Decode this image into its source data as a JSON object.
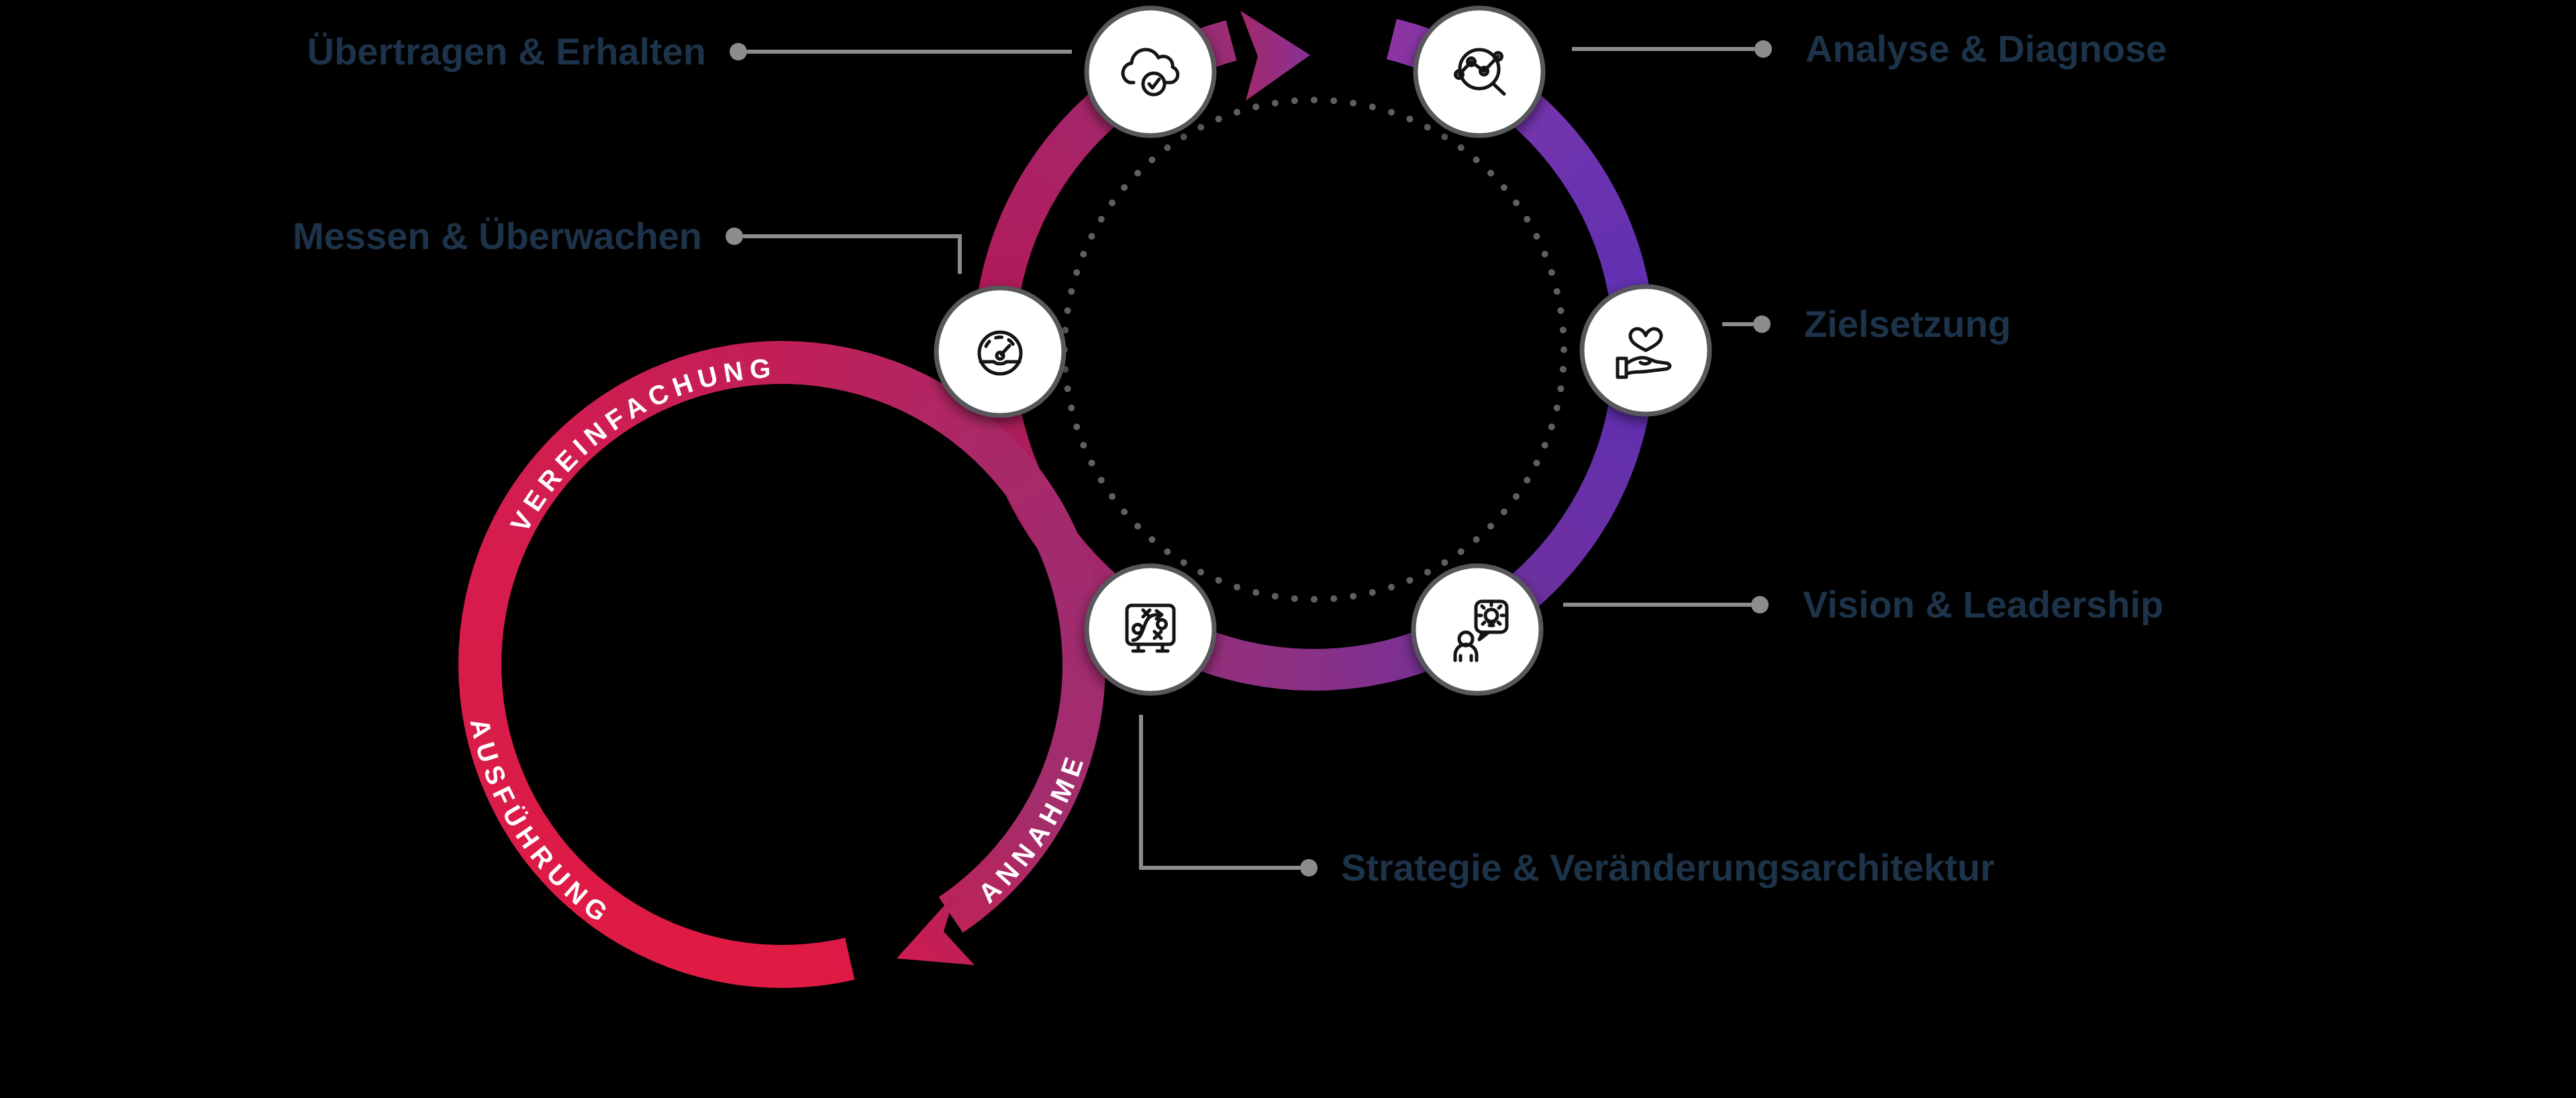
{
  "title": "Change-Management-Kreislauf Diagramm",
  "labels": {
    "uebertragen": "Übertragen & Erhalten",
    "messen": "Messen & Überwachen",
    "analyse": "Analyse & Diagnose",
    "zielsetzung": "Zielsetzung",
    "vision": "Vision & Leadership",
    "strategie": "Strategie & Veränderungsarchitektur"
  },
  "ring_words": {
    "vereinfachung": "VEREINFACHUNG",
    "ausfuehrung": "AUSFÜHRUNG",
    "annahme": "ANNAHME"
  },
  "icons": [
    {
      "name": "cloud-check-icon",
      "meaning": "Übertragen & Erhalten"
    },
    {
      "name": "magnifier-chart-icon",
      "meaning": "Analyse & Diagnose"
    },
    {
      "name": "heart-hand-icon",
      "meaning": "Zielsetzung"
    },
    {
      "name": "person-idea-icon",
      "meaning": "Vision & Leadership"
    },
    {
      "name": "strategy-board-icon",
      "meaning": "Strategie & Veränderungsarchitektur"
    },
    {
      "name": "gauge-icon",
      "meaning": "Messen & Überwachen"
    }
  ],
  "colors": {
    "background": "#000000",
    "label_text": "#1d3349",
    "leader": "#8c8c8c",
    "curved_text": "#ffffff",
    "icon_border": "#58595b",
    "icon_stroke": "#141414",
    "dotted": "#5f5f5f"
  },
  "ring_right_stops": [
    {
      "a": 284,
      "c": "#8d34a2"
    },
    {
      "a": 300,
      "c": "#7b36a9"
    },
    {
      "a": 330,
      "c": "#6932af"
    },
    {
      "a": 360,
      "c": "#5e2fb3"
    },
    {
      "a": 390,
      "c": "#6830a6"
    },
    {
      "a": 420,
      "c": "#6f319b"
    },
    {
      "a": 450,
      "c": "#8a3086"
    },
    {
      "a": 480,
      "c": "#9a2f72"
    },
    {
      "a": 510,
      "c": "#a92161"
    },
    {
      "a": 540,
      "c": "#b21853"
    },
    {
      "a": 570,
      "c": "#ab2063"
    },
    {
      "a": 600,
      "c": "#a02a6c"
    },
    {
      "a": 615,
      "c": "#992e76"
    }
  ],
  "ring_left_stops": [
    {
      "a": 77,
      "c": "#dc1a45"
    },
    {
      "a": 90,
      "c": "#e01b43"
    },
    {
      "a": 135,
      "c": "#dd1b46"
    },
    {
      "a": 180,
      "c": "#d81c4a"
    },
    {
      "a": 225,
      "c": "#d11d50"
    },
    {
      "a": 270,
      "c": "#c11f58"
    },
    {
      "a": 315,
      "c": "#a92968"
    },
    {
      "a": 350,
      "c": "#a02b6f"
    },
    {
      "a": 390,
      "c": "#a42d6c"
    },
    {
      "a": 416,
      "c": "#bb2358"
    }
  ],
  "arrows": {
    "right": [
      "#a12a68",
      "#8a3197"
    ],
    "left": [
      "#b2215f",
      "#d11c4e"
    ]
  }
}
